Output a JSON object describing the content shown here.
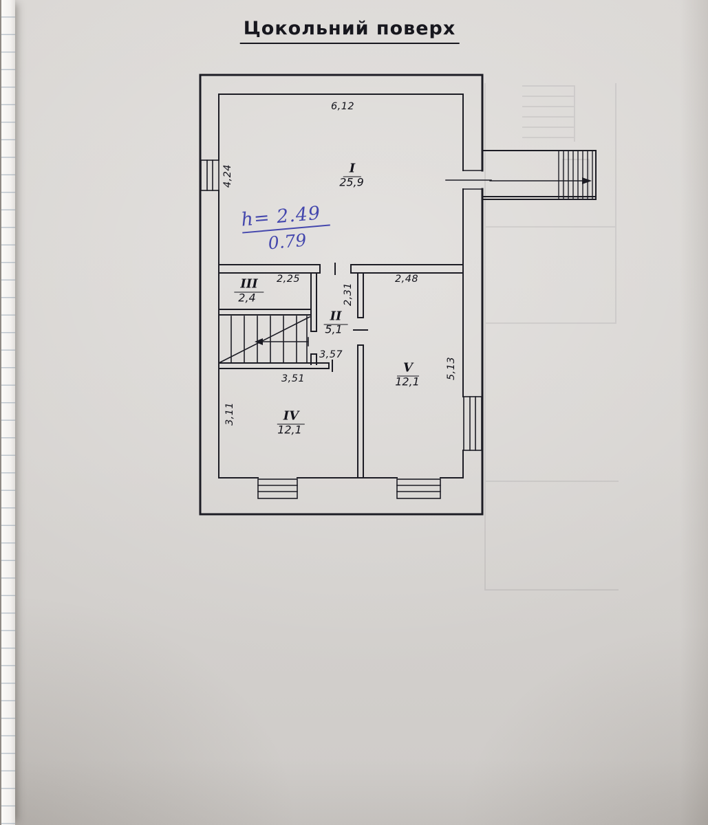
{
  "page": {
    "title": "Цокольний поверх"
  },
  "handwriting": {
    "line1": "h= 2.49",
    "line2": "0.79"
  },
  "rooms": [
    {
      "numeral": "I",
      "area": "25,9"
    },
    {
      "numeral": "II",
      "area": "5,1"
    },
    {
      "numeral": "III",
      "area": "2,4"
    },
    {
      "numeral": "IV",
      "area": "12,1"
    },
    {
      "numeral": "V",
      "area": "12,1"
    }
  ],
  "dims": {
    "room1_width": "6,12",
    "room1_height": "4,24",
    "room3_width": "2,25",
    "corridor_height": "2,31",
    "room5_width": "2,48",
    "corridor_width": "3,57",
    "room4_width": "3,51",
    "room4_height": "3,11",
    "room5_height": "5,13"
  }
}
